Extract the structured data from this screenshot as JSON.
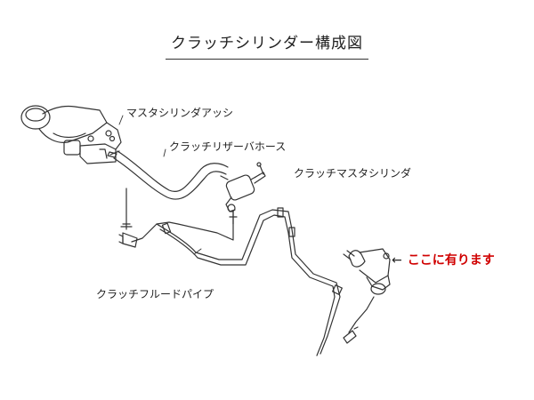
{
  "title": "クラッチシリンダー構成図",
  "labels": {
    "master_assy": "マスタシリンダアッシ",
    "reservoir_hose": "クラッチリザーバホース",
    "master_cylinder": "クラッチマスタシリンダ",
    "fluid_pipe": "クラッチフルードパイプ"
  },
  "callout": {
    "arrow": "←",
    "text": "ここに有ります"
  },
  "colors": {
    "line": "#333333",
    "accent": "#d00000"
  }
}
